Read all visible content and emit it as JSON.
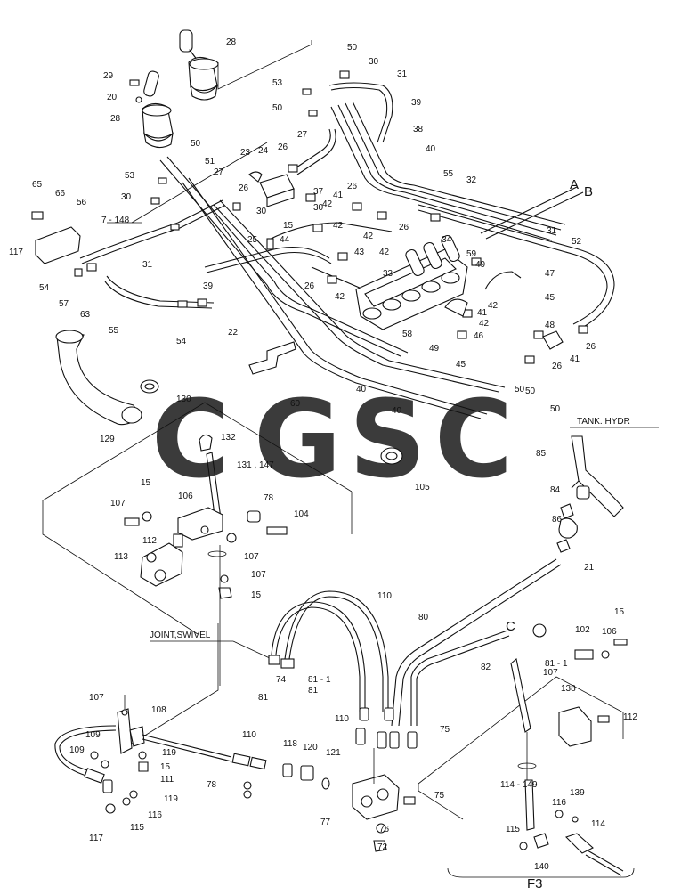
{
  "diagram": {
    "title_labels": {
      "tank_hydr": "TANK. HYDR",
      "joint_swivel": "JOINT,SWIVEL",
      "figure_id": "F3",
      "connector_a": "A",
      "connector_b": "B",
      "connector_c": "C"
    },
    "watermark": {
      "letters": [
        "C",
        "G",
        "S",
        "C"
      ],
      "colors": [
        "#4a86e8",
        "#ef6f6c",
        "#f6d25a",
        "#3fae7d"
      ]
    },
    "part_labels": [
      "28",
      "29",
      "20",
      "28",
      "53",
      "50",
      "30",
      "31",
      "50",
      "39",
      "38",
      "27",
      "40",
      "65",
      "66",
      "56",
      "53",
      "30",
      "50",
      "51",
      "27",
      "23",
      "24",
      "26",
      "26",
      "30",
      "37",
      "30",
      "41",
      "26",
      "42",
      "42",
      "55",
      "32",
      "7 - 148",
      "15",
      "25",
      "44",
      "42",
      "43",
      "26",
      "34",
      "42",
      "33",
      "59",
      "49",
      "31",
      "52",
      "50",
      "31",
      "54",
      "57",
      "63",
      "39",
      "26",
      "42",
      "58",
      "46",
      "41",
      "42",
      "42",
      "49",
      "45",
      "47",
      "45",
      "48",
      "26",
      "41",
      "26",
      "55",
      "54",
      "22",
      "60",
      "40",
      "40",
      "50",
      "50",
      "129",
      "130",
      "132",
      "131 , 147",
      "105",
      "85",
      "84",
      "86",
      "21",
      "15",
      "107",
      "106",
      "78",
      "104",
      "107",
      "112",
      "113",
      "107",
      "15",
      "110",
      "80",
      "82",
      "74",
      "81",
      "81 - 1",
      "81",
      "81 - 1",
      "102",
      "106",
      "15",
      "107",
      "138",
      "112",
      "107",
      "108",
      "109",
      "109",
      "119",
      "15",
      "111",
      "110",
      "118",
      "120",
      "121",
      "110",
      "75",
      "75",
      "77",
      "76",
      "72",
      "78",
      "119",
      "116",
      "115",
      "117",
      "114 - 149",
      "139",
      "116",
      "115",
      "114",
      "140",
      "117"
    ]
  }
}
